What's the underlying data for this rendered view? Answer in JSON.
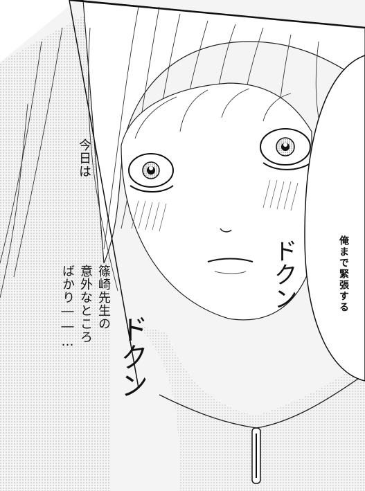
{
  "captions": {
    "line1": "今日は",
    "line2": "篠崎先生の\n意外なところ\nばかり――…"
  },
  "speech_bubble": {
    "text": "俺まで緊張する"
  },
  "sound_effects": {
    "sfx1": "ドクン",
    "sfx2": "ドクン"
  },
  "colors": {
    "ink": "#111111",
    "paper": "#ffffff",
    "screentone": "#d8d8d8"
  }
}
